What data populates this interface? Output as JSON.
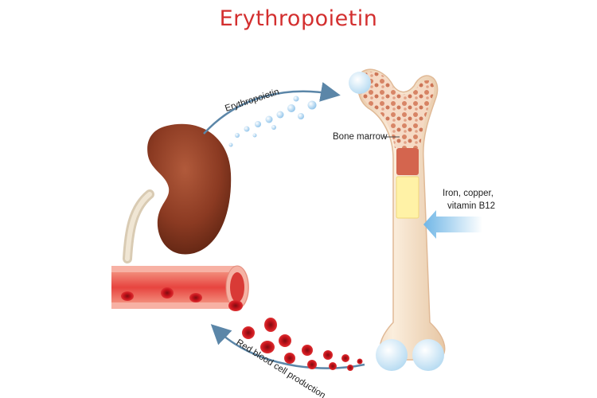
{
  "title": "Erythropoietin",
  "labels": {
    "epo_arrow": "Erythropoietin",
    "bone_marrow": "Bone marrow",
    "nutrients_line1": "Iron, copper,",
    "nutrients_line2": "vitamin B12",
    "rbc_arrow": "Red blood cell production"
  },
  "colors": {
    "title": "#d32f2f",
    "arrow": "#5b86a8",
    "kidney": "#8b3a22",
    "bone": "#f3dcc2",
    "vessel": "#e94b4b",
    "blood_cell": "#c8141c",
    "nutrient_arrow": "#8fc8ec"
  }
}
